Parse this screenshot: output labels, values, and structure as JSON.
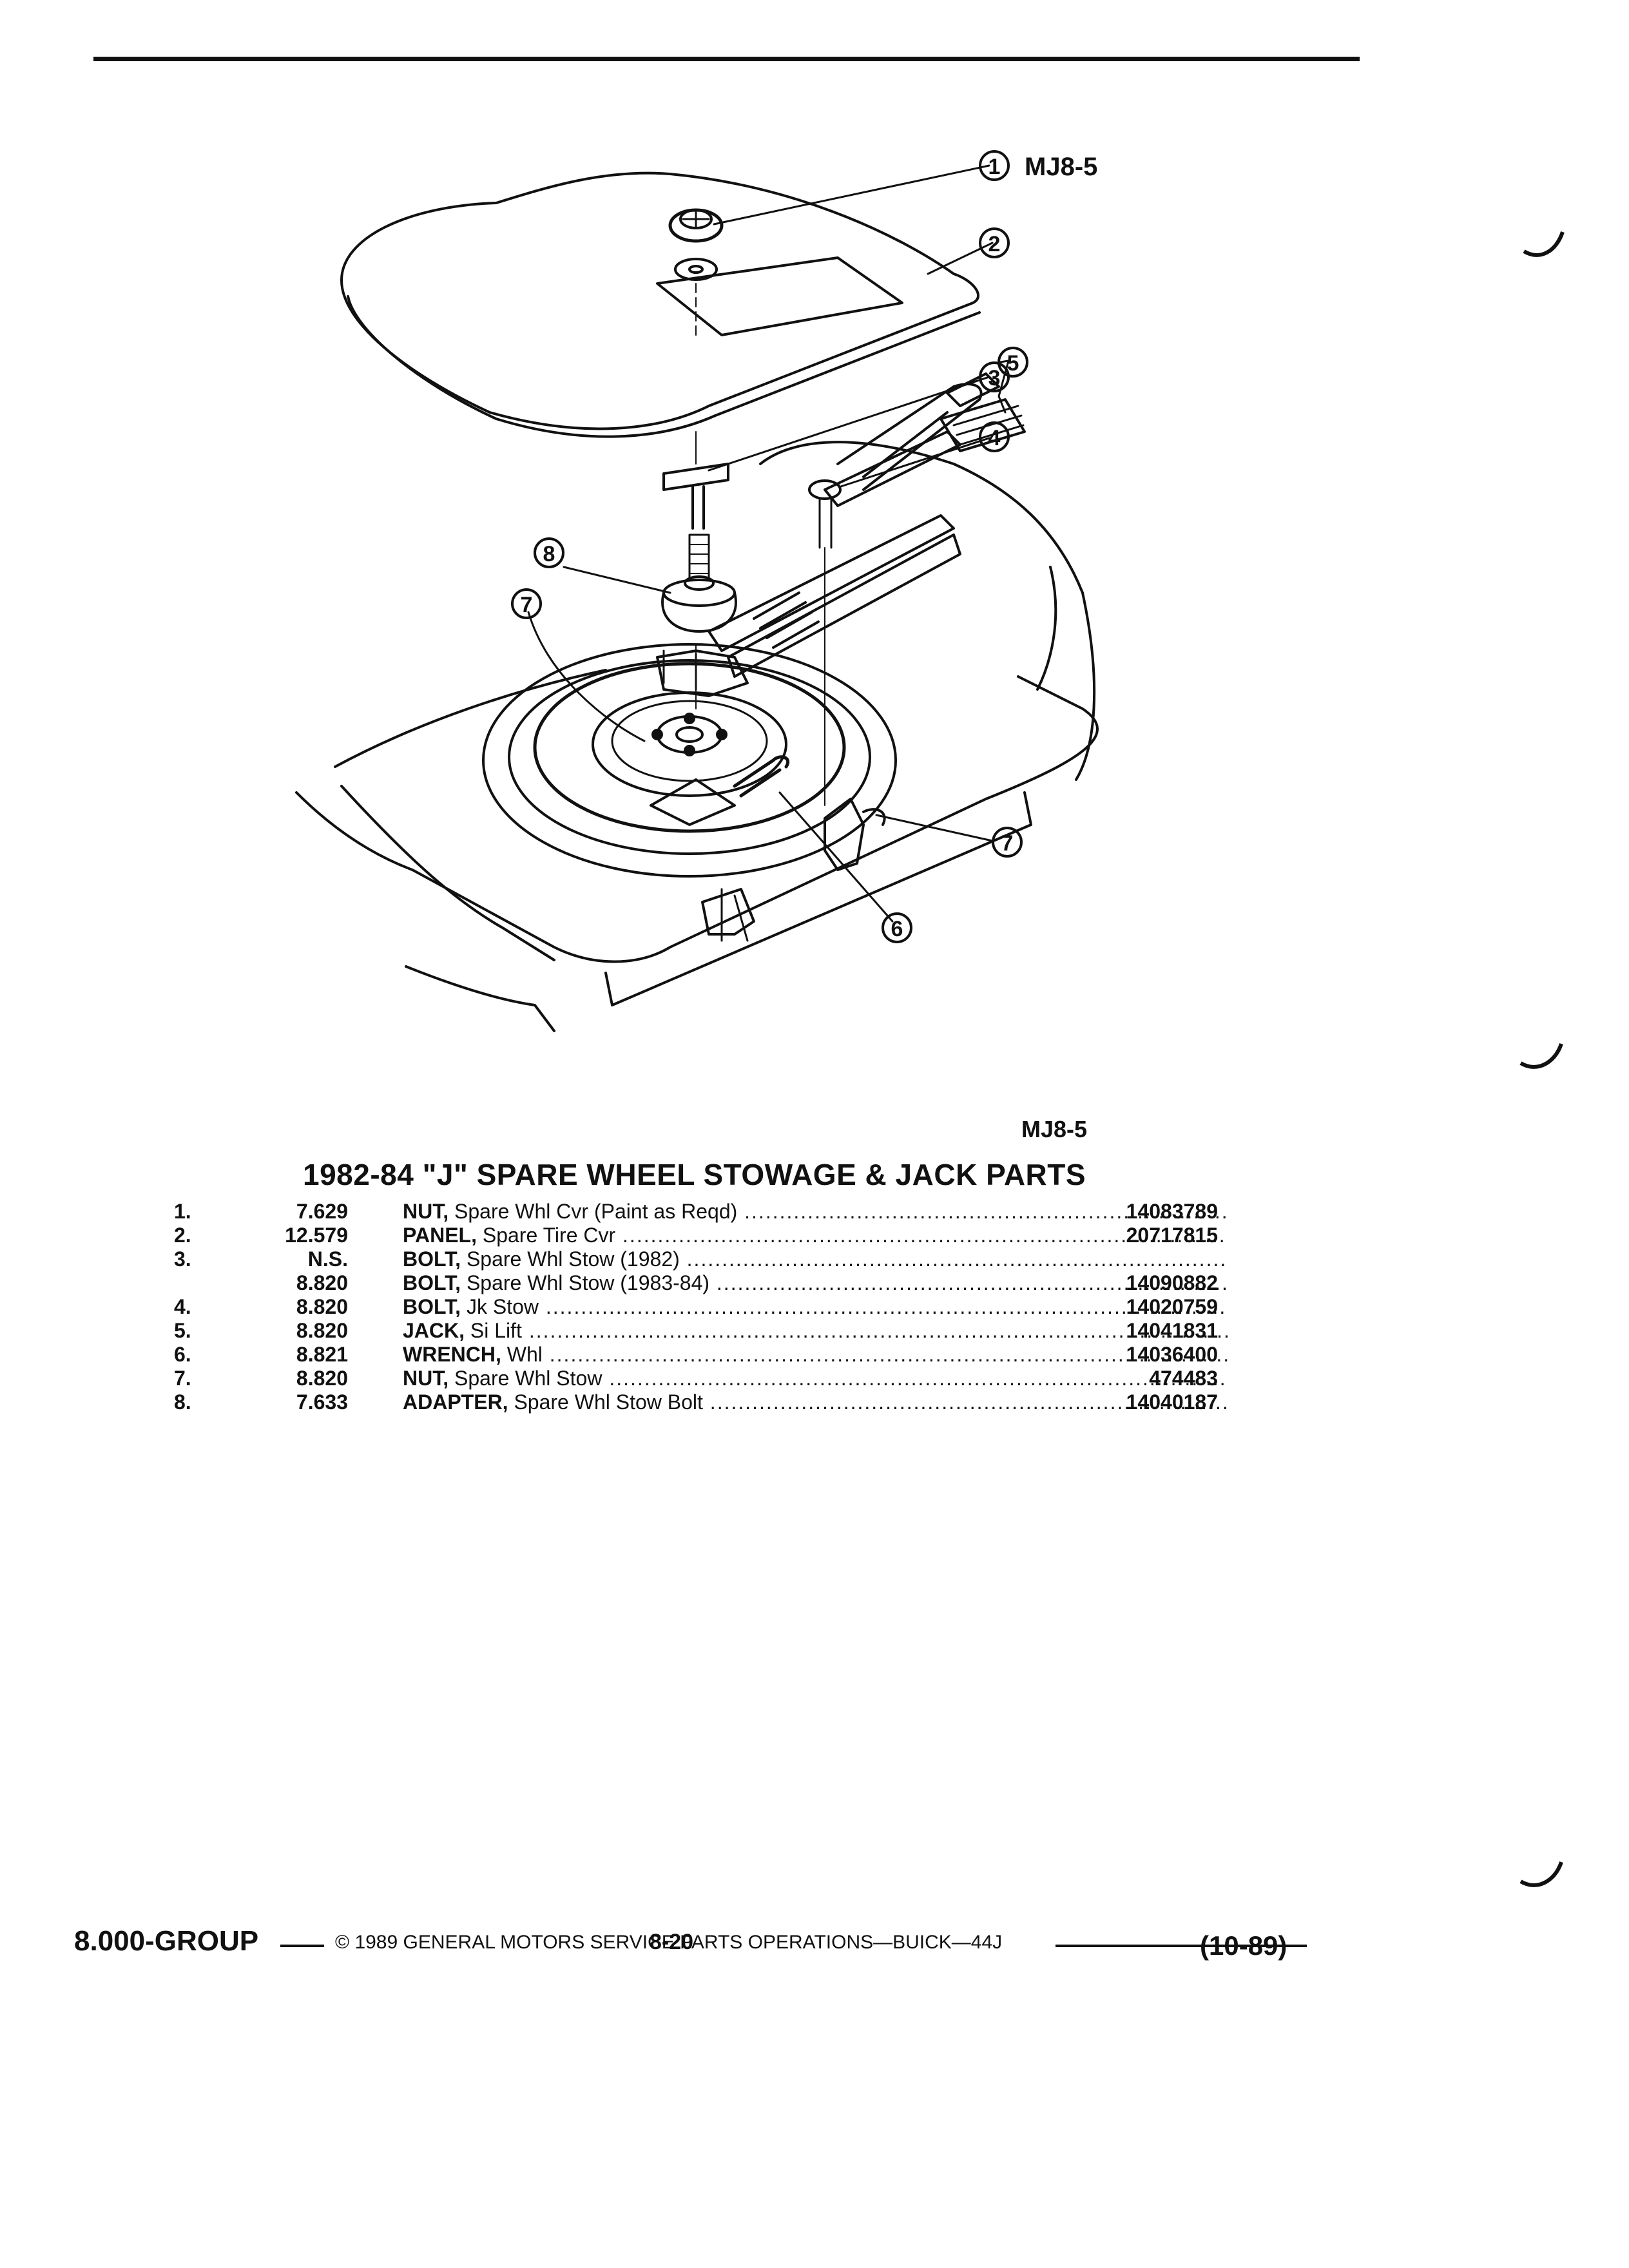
{
  "figure": {
    "code_label": "MJ8-5",
    "callout_code": "MJ8-5",
    "callouts": [
      "1",
      "2",
      "3",
      "4",
      "5",
      "6",
      "7",
      "7",
      "8"
    ]
  },
  "title": "1982-84 \"J\" SPARE WHEEL STOWAGE & JACK PARTS",
  "parts": [
    {
      "no": "1.",
      "illus": "7.629",
      "name": "NUT,",
      "desc": "Spare Whl Cvr (Paint as Reqd)",
      "part": "14083789"
    },
    {
      "no": "2.",
      "illus": "12.579",
      "name": "PANEL,",
      "desc": "Spare Tire Cvr",
      "part": "20717815"
    },
    {
      "no": "3.",
      "illus": "N.S.",
      "name": "BOLT,",
      "desc": "Spare Whl Stow (1982)",
      "part": ""
    },
    {
      "no": "",
      "illus": "8.820",
      "name": "BOLT,",
      "desc": "Spare Whl Stow (1983-84)",
      "part": "14090882"
    },
    {
      "no": "4.",
      "illus": "8.820",
      "name": "BOLT,",
      "desc": "Jk Stow",
      "part": "14020759"
    },
    {
      "no": "5.",
      "illus": "8.820",
      "name": "JACK,",
      "desc": "Si Lift",
      "part": "14041831"
    },
    {
      "no": "6.",
      "illus": "8.821",
      "name": "WRENCH,",
      "desc": "Whl",
      "part": "14036400"
    },
    {
      "no": "7.",
      "illus": "8.820",
      "name": "NUT,",
      "desc": "Spare Whl Stow",
      "part": "474483"
    },
    {
      "no": "8.",
      "illus": "7.633",
      "name": "ADAPTER,",
      "desc": "Spare Whl Stow Bolt",
      "part": "14040187"
    }
  ],
  "footer": {
    "group": "8.000-GROUP",
    "copyright": "© 1989 GENERAL MOTORS SERVICE PARTS OPERATIONS—BUICK—44J",
    "page": "8-20",
    "date": "(10-89)"
  }
}
